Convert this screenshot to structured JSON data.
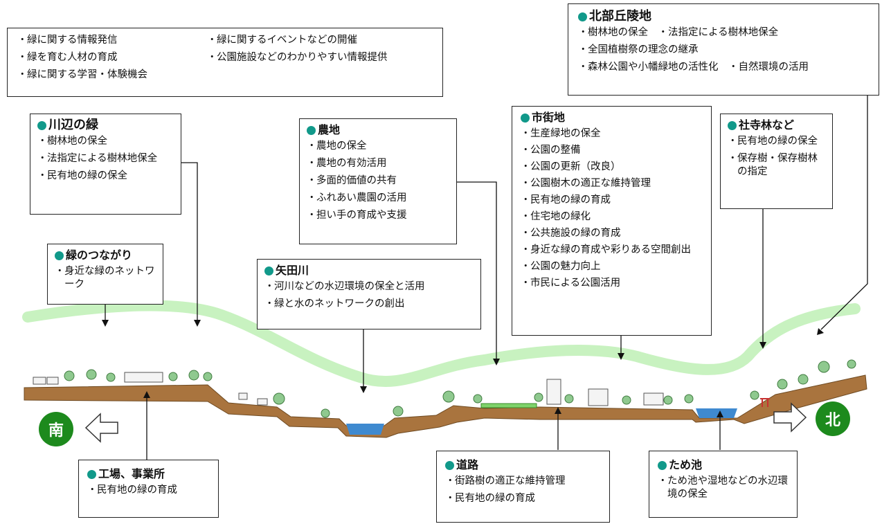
{
  "info_box": {
    "col1": [
      "緑に関する情報発信",
      "緑を育む人材の育成",
      "緑に関する学習・体験機会"
    ],
    "col2": [
      "緑に関するイベントなどの開催",
      "公園施設などのわかりやすい情報提供"
    ]
  },
  "hokubu": {
    "title": "北部丘陵地",
    "items": [
      "樹林地の保全　・法指定による樹林地保全",
      "全国植樹祭の理念の継承",
      "森林公園や小幡緑地の活性化　・自然環境の活用"
    ]
  },
  "kawabe": {
    "title": "川辺の緑",
    "items": [
      "樹林地の保全",
      "法指定による樹林地保全",
      "民有地の緑の保全"
    ]
  },
  "nouchi": {
    "title": "農地",
    "items": [
      "農地の保全",
      "農地の有効活用",
      "多面的価値の共有",
      "ふれあい農園の活用",
      "担い手の育成や支援"
    ]
  },
  "shigaichi": {
    "title": "市街地",
    "items": [
      "生産緑地の保全",
      "公園の整備",
      "公園の更新（改良）",
      "公園樹木の適正な維持管理",
      "民有地の緑の育成",
      "住宅地の緑化",
      "公共施設の緑の育成",
      "身近な緑の育成や彩りある空間創出",
      "公園の魅力向上",
      "市民による公園活用"
    ]
  },
  "shajirin": {
    "title": "社寺林など",
    "items": [
      "民有地の緑の保全",
      "保存樹・保存樹林の指定"
    ]
  },
  "tsunagari": {
    "title": "緑のつながり",
    "items": [
      "身近な緑のネットワーク"
    ]
  },
  "yadagawa": {
    "title": "矢田川",
    "items": [
      "河川などの水辺環境の保全と活用",
      "緑と水のネットワークの創出"
    ]
  },
  "kojo": {
    "title": "工場、事業所",
    "items": [
      "民有地の緑の育成"
    ]
  },
  "douro": {
    "title": "道路",
    "items": [
      "街路樹の適正な維持管理",
      "民有地の緑の育成"
    ]
  },
  "tameike": {
    "title": "ため池",
    "items": [
      "ため池や湿地などの水辺環境の保全"
    ]
  },
  "directions": {
    "south": "南",
    "north": "北"
  },
  "colors": {
    "accent_dot": "#11998a",
    "green_band": "#c8f2c0",
    "ground": "#a9743e",
    "water": "#3f8ad0",
    "direction_circle": "#1d8a1d"
  }
}
